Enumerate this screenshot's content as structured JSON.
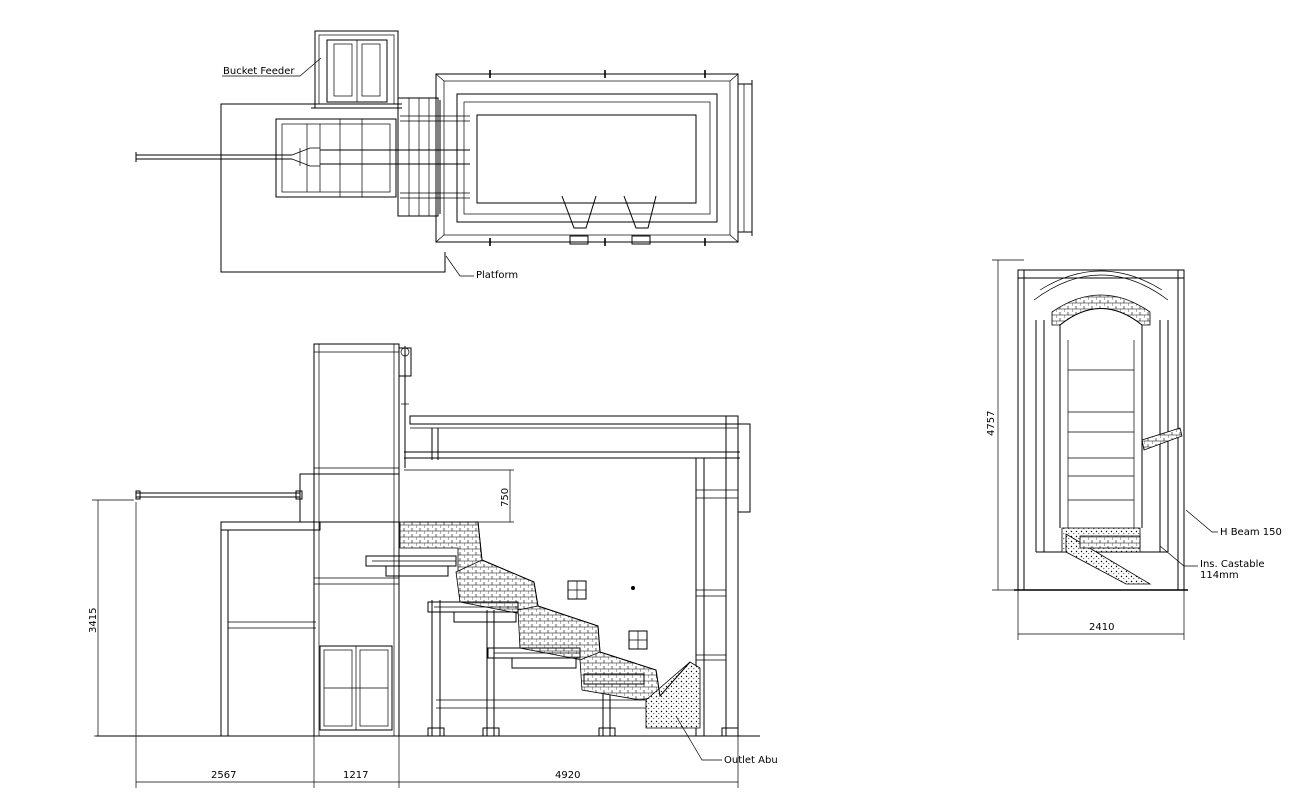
{
  "labels": {
    "bucket_feeder": "Bucket Feeder",
    "platform": "Platform",
    "outlet": "Outlet Abu",
    "h_beam": "H Beam 150",
    "castable_line1": "Ins. Castable",
    "castable_line2": "114mm"
  },
  "dimensions": {
    "height_left": "3415",
    "step_750": "750",
    "width_2567": "2567",
    "width_1217": "1217",
    "width_4920": "4920",
    "height_right": "4757",
    "width_2410": "2410"
  }
}
